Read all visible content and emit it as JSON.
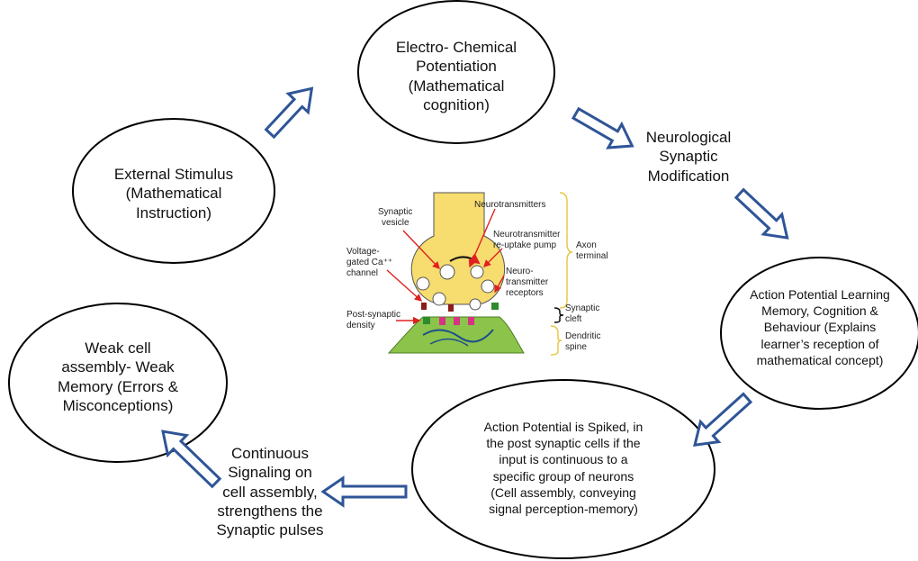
{
  "nodes": {
    "electro": {
      "lines": [
        "Electro- Chemical",
        "Potentiation",
        "(Mathematical cognition)"
      ]
    },
    "external": {
      "lines": [
        "External Stimulus",
        "(Mathematical",
        "Instruction)"
      ]
    },
    "neuro": {
      "lines": [
        "Neurological",
        "Synaptic",
        "Modification"
      ]
    },
    "action_learning": {
      "lines": [
        "Action Potential Learning",
        "Memory, Cognition &",
        "Behaviour (Explains",
        "learner’s reception of",
        "mathematical concept)"
      ]
    },
    "action_spiked": {
      "lines": [
        "Action Potential is Spiked, in",
        "the post synaptic cells if the",
        "input is continuous to a",
        "specific group of neurons",
        "(Cell assembly, conveying",
        "signal perception-memory)"
      ]
    },
    "continuous": {
      "lines": [
        "Continuous",
        "Signaling on",
        "cell assembly,",
        "strengthens the",
        "Synaptic pulses"
      ]
    },
    "weak": {
      "lines": [
        "Weak cell",
        "assembly- Weak",
        "Memory (Errors &",
        "Misconceptions)"
      ]
    }
  },
  "synapse": {
    "labels": {
      "neurotransmitters": "Neurotransmitters",
      "synaptic_vesicle": [
        "Synaptic",
        "vesicle"
      ],
      "reuptake_pump": [
        "Neurotransmitter",
        "re-uptake pump"
      ],
      "axon_terminal": [
        "Axon",
        "terminal"
      ],
      "voltage_channel": [
        "Voltage-",
        "gated Ca⁺⁺",
        "channel"
      ],
      "receptors": [
        "Neuro-",
        "transmitter",
        "receptors"
      ],
      "synaptic_cleft": [
        "Synaptic",
        "cleft"
      ],
      "post_synaptic_density": [
        "Post-synaptic",
        "density"
      ],
      "dendritic_spine": [
        "Dendritic",
        "spine"
      ]
    },
    "colors": {
      "axon": "#f7dc6f",
      "spine": "#8cc34a",
      "brace": "#e8c84a",
      "arrow": "#e02020",
      "receptor": "#d63384"
    }
  },
  "arrow_color": "#2f5597"
}
